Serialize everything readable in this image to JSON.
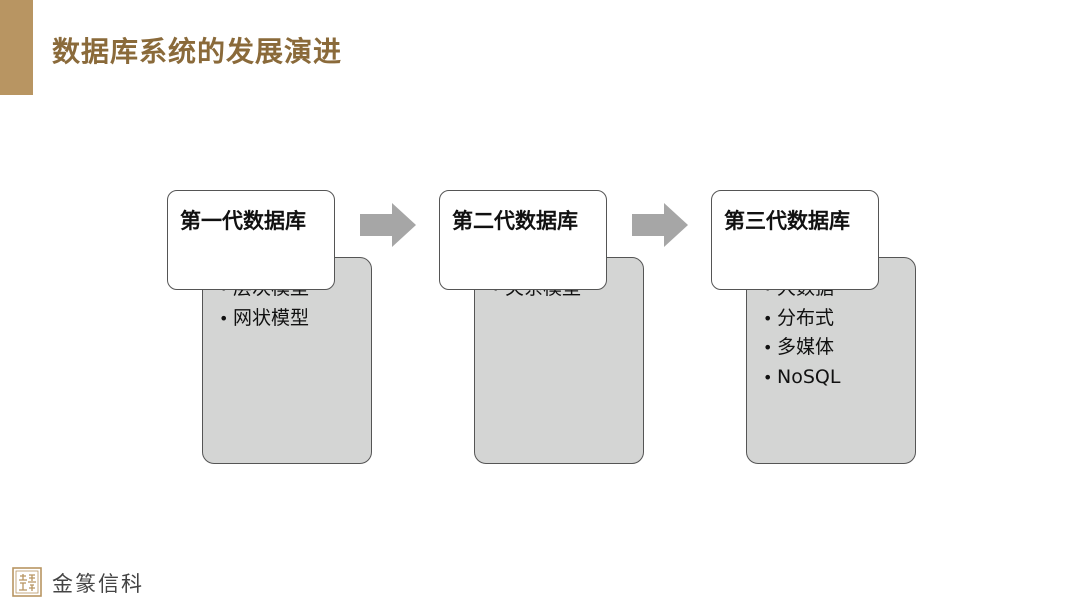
{
  "slide": {
    "title": "数据库系统的发展演进",
    "accent_color": "#b89562",
    "title_color": "#8a6a3a"
  },
  "stages": [
    {
      "header": "第一代数据库",
      "items": [
        "层次模型",
        "网状模型"
      ]
    },
    {
      "header": "第二代数据库",
      "items": [
        "关系模型"
      ]
    },
    {
      "header": "第三代数据库",
      "items": [
        "大数据",
        "分布式",
        "多媒体",
        "NoSQL"
      ]
    }
  ],
  "arrows": {
    "color": "#a6a6a6",
    "icon": "right-arrow-icon"
  },
  "footer": {
    "company": "金篆信科",
    "logo_icon": "seal-logo-icon"
  }
}
